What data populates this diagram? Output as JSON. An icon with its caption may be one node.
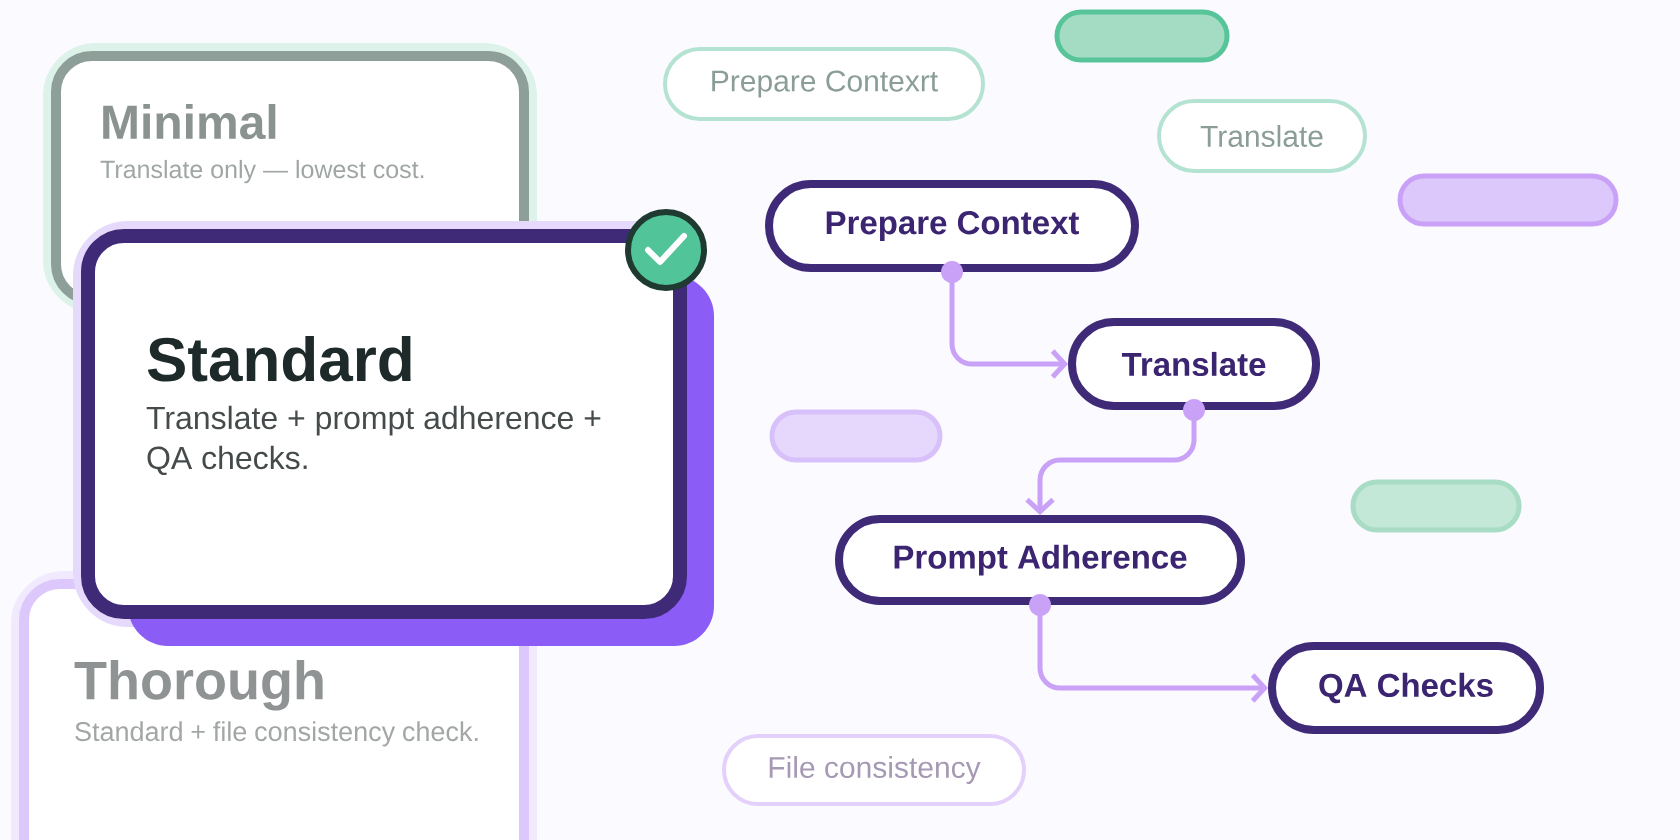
{
  "diagram": {
    "nodes": [
      {
        "text": [
          "Minimal",
          "Translate only — lowest cost."
        ]
      },
      {
        "text": [
          "Standard",
          "Translate + prompt adherence + QA checks."
        ]
      },
      {
        "text": [
          "Thorough",
          "Standard + file consistency check."
        ]
      },
      {
        "text": [],
        "shape": "pill"
      },
      {
        "text": [
          "Prepare Contexrt"
        ]
      },
      {
        "text": [
          "Translate"
        ]
      },
      {
        "text": [
          "Prepare Context"
        ]
      },
      {
        "text": [],
        "shape": "pill"
      },
      {
        "text": [
          "Translate"
        ]
      },
      {
        "text": [],
        "shape": "pill"
      },
      {
        "text": [],
        "shape": "pill"
      },
      {
        "text": [
          "Prompt Adherence"
        ]
      },
      {
        "text": [
          "QA Checks"
        ]
      },
      {
        "text": [
          "File consistency"
        ]
      }
    ],
    "edges": [
      {
        "from": 6,
        "to": 8,
        "arrow": "to"
      },
      {
        "from": 8,
        "to": 11,
        "arrow": "to"
      },
      {
        "from": 11,
        "to": 12,
        "arrow": "to"
      }
    ]
  }
}
